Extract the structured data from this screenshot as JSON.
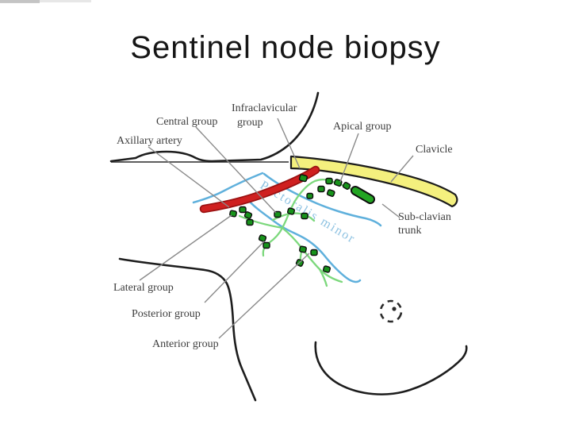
{
  "slide": {
    "title": "Sentinel node biopsy"
  },
  "diagram": {
    "labels": {
      "axillary_artery": "Axillary artery",
      "central_group": "Central group",
      "infraclavicular_line1": "Infraclavicular",
      "infraclavicular_line2": "group",
      "apical_group": "Apical group",
      "clavicle": "Clavicle",
      "subclavian_line1": "Sub-clavian",
      "subclavian_line2": "trunk",
      "lateral_group": "Lateral group",
      "posterior_group": "Posterior group",
      "anterior_group": "Anterior group",
      "muscle": "Pectoralis minor"
    },
    "colors": {
      "artery_red": "#cf2020",
      "clavicle_yellow": "#f4f07e",
      "node_green": "#17931b",
      "channel_green": "#7cd87c",
      "vein_blue": "#5fb0dc",
      "muscle_text_blue": "#8fc3e2",
      "label_gray": "#3d3d3d",
      "pointer_gray": "#8a8a8a"
    }
  }
}
